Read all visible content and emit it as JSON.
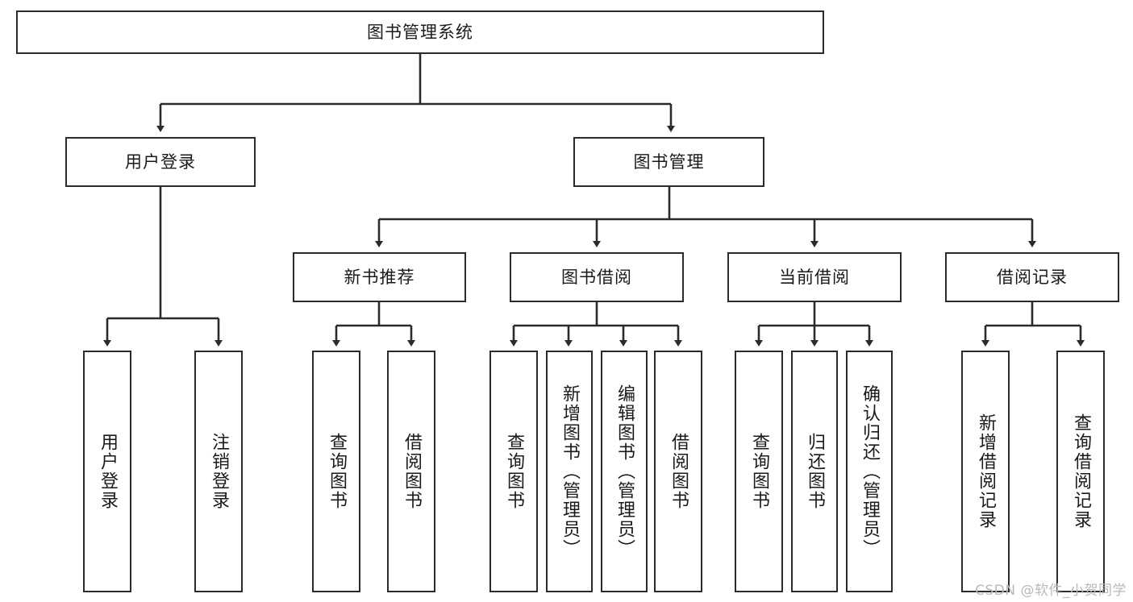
{
  "diagram": {
    "title": "图书管理系统",
    "type": "tree-hierarchy",
    "watermark": "CSDN @软件_小贺同学",
    "colors": {
      "stroke": "#2b2b2b",
      "fill": "#ffffff",
      "text": "#1a1a1a",
      "watermark": "#b9b9b9"
    },
    "root": {
      "label": "图书管理系统"
    },
    "level2": [
      {
        "label": "用户登录"
      },
      {
        "label": "图书管理"
      }
    ],
    "level3": [
      {
        "label": "新书推荐"
      },
      {
        "label": "图书借阅"
      },
      {
        "label": "当前借阅"
      },
      {
        "label": "借阅记录"
      }
    ],
    "leaves": [
      {
        "label": "用户登录",
        "parent": "用户登录"
      },
      {
        "label": "注销登录",
        "parent": "用户登录"
      },
      {
        "label": "查询图书",
        "parent": "新书推荐"
      },
      {
        "label": "借阅图书",
        "parent": "新书推荐"
      },
      {
        "label": "查询图书",
        "parent": "图书借阅"
      },
      {
        "label": "新增图书（管理员）",
        "parent": "图书借阅"
      },
      {
        "label": "编辑图书（管理员）",
        "parent": "图书借阅"
      },
      {
        "label": "借阅图书",
        "parent": "图书借阅"
      },
      {
        "label": "查询图书",
        "parent": "当前借阅"
      },
      {
        "label": "归还图书",
        "parent": "当前借阅"
      },
      {
        "label": "确认归还（管理员）",
        "parent": "当前借阅"
      },
      {
        "label": "新增借阅记录",
        "parent": "借阅记录"
      },
      {
        "label": "查询借阅记录",
        "parent": "借阅记录"
      }
    ]
  }
}
